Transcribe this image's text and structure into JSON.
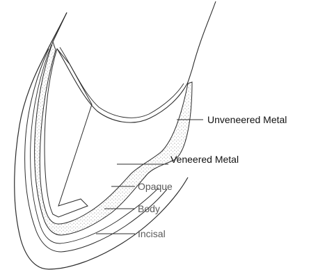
{
  "labels": {
    "unveneered_metal": "Unveneered Metal",
    "veneered_metal": "Veneered Metal",
    "opaque": "Opaque",
    "body": "Body",
    "incisal": "Incisal"
  },
  "colors": {
    "line": "#2b2b2b",
    "stipple": "#7a7a7a",
    "background": "#ffffff"
  }
}
